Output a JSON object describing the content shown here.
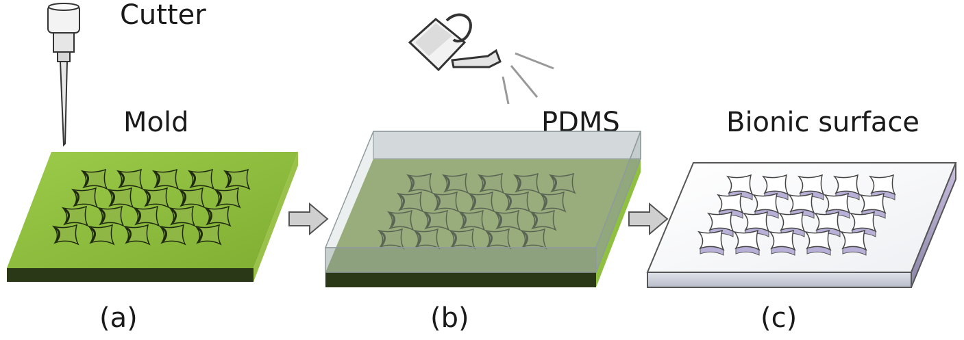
{
  "labels": {
    "cutter": "Cutter",
    "mold": "Mold",
    "pdms": "PDMS",
    "bionic_surface": "Bionic surface",
    "panel_a": "(a)",
    "panel_b": "(b)",
    "panel_c": "(c)"
  },
  "colors": {
    "mold_top": "#8cbd3c",
    "mold_side_dark": "#2b3818",
    "mold_side_right": "#9ac24a",
    "pdms_overlay": "#a9b7b6",
    "surface_top": "#ffffff",
    "surface_side": "#cfd3dc",
    "arrow_fill": "#cfcfcf",
    "text": "#1a1a1a"
  },
  "icons": {
    "cutter": "cutter-icon",
    "watering_can": "watering-can-icon",
    "arrow": "right-arrow-icon"
  }
}
